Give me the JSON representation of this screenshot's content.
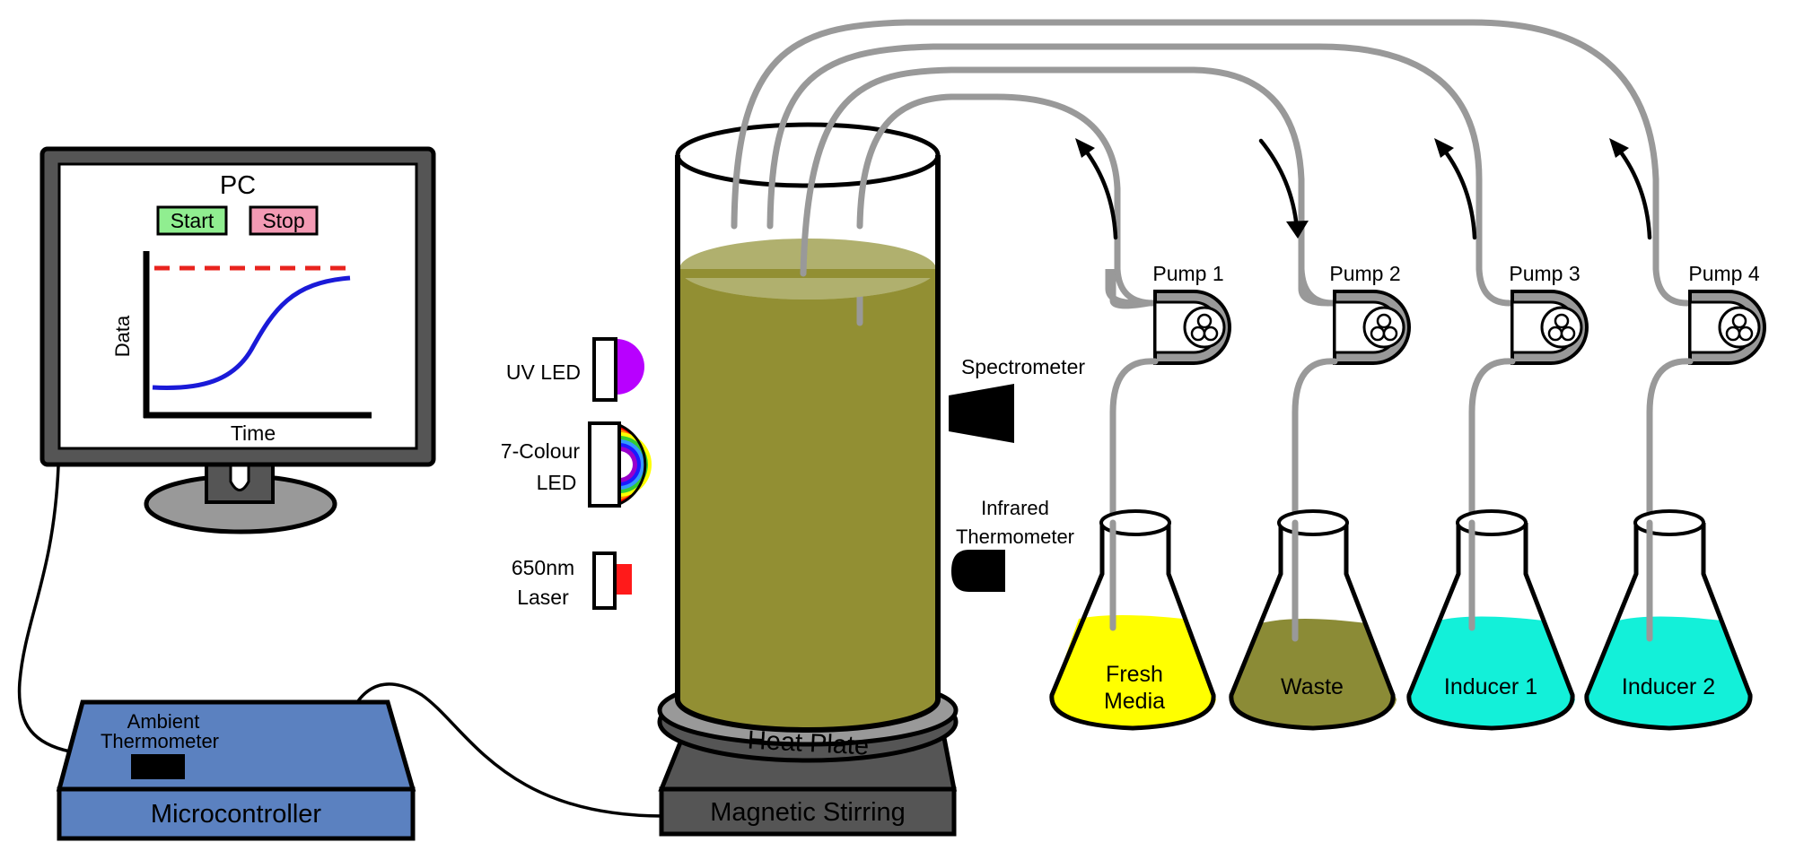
{
  "pc": {
    "title": "PC",
    "start_label": "Start",
    "stop_label": "Stop",
    "y_axis_label": "Data",
    "x_axis_label": "Time"
  },
  "controller": {
    "thermometer_line1": "Ambient",
    "thermometer_line2": "Thermometer",
    "label": "Microcontroller"
  },
  "stand": {
    "heat_plate": "Heat Plate",
    "stirring": "Magnetic Stirring"
  },
  "light_sources": {
    "uv": "UV LED",
    "seven_line1": "7-Colour",
    "seven_line2": "LED",
    "laser_line1": "650nm",
    "laser_line2": "Laser"
  },
  "sensors": {
    "spectrometer": "Spectrometer",
    "ir_line1": "Infrared",
    "ir_line2": "Thermometer"
  },
  "pumps": [
    "Pump 1",
    "Pump 2",
    "Pump 3",
    "Pump 4"
  ],
  "flasks": {
    "fresh_line1": "Fresh",
    "fresh_line2": "Media",
    "waste": "Waste",
    "inducer1": "Inducer 1",
    "inducer2": "Inducer 2"
  },
  "colors": {
    "culture": "#928f33",
    "culture_top": "#b0b06e",
    "fresh_media": "#ffff00",
    "waste": "#8b8b36",
    "inducer": "#13f0d9",
    "controller_blue": "#5b81c0",
    "start_green": "#90ee90",
    "stop_pink": "#f39ab4",
    "uv": "#b800ff",
    "laser": "#ff1a1a",
    "tube_grey": "#999999"
  }
}
